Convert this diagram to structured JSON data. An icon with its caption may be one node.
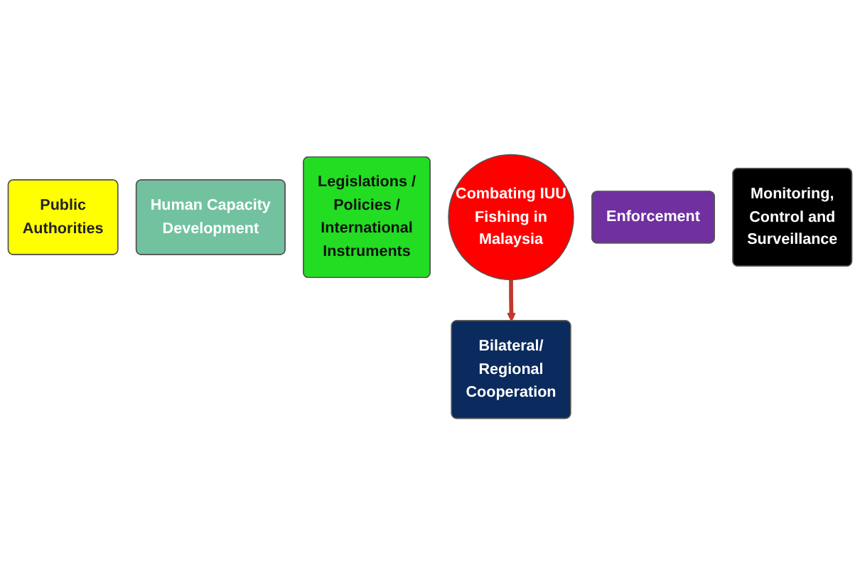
{
  "diagram": {
    "nodes": [
      {
        "text": [
          "Public Authorities"
        ]
      },
      {
        "text": [
          "Human Capacity Development"
        ]
      },
      {
        "text": [
          "Legislations / Policies / International Instruments"
        ]
      },
      {
        "text": [
          "Combating IUU Fishing in Malaysia"
        ]
      },
      {
        "text": [
          "Bilateral/ Regional Cooperation"
        ]
      },
      {
        "text": [
          "Enforcement"
        ]
      },
      {
        "text": [
          "Monitoring, Control and Surveillance"
        ]
      }
    ],
    "edges": [
      {
        "from": 3,
        "to": 4,
        "arrow": "to"
      }
    ]
  }
}
